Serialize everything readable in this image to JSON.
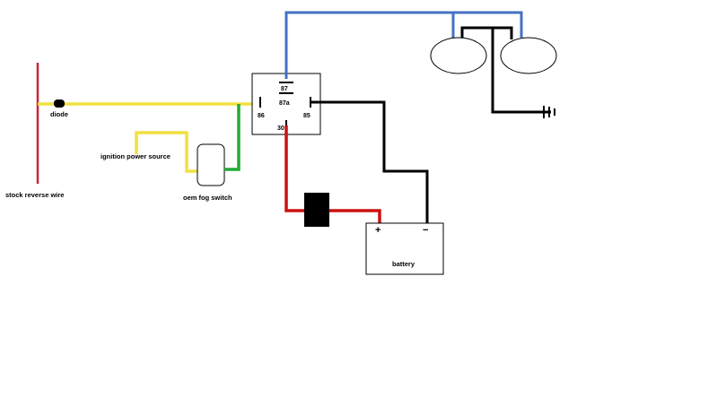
{
  "labels": {
    "diode": "diode",
    "stock_reverse_wire": "stock reverse wire",
    "ignition_power_source": "ignition power source",
    "oem_fog_switch": "oem fog switch",
    "battery": "battery",
    "battery_positive": "+",
    "battery_negative": "−"
  },
  "relay": {
    "pins": {
      "p87": "87",
      "p87a": "87a",
      "p86": "86",
      "p85": "85",
      "p30": "30"
    }
  },
  "colors": {
    "stock_reverse_wire": "#cc2233",
    "trigger_wire": "#f0e040",
    "switch_ground_wire": "#22aa33",
    "lamp_feed_wire": "#4472c4",
    "power_wire": "#cc1111",
    "ground_wire": "#000000",
    "fuse": "#000000"
  }
}
